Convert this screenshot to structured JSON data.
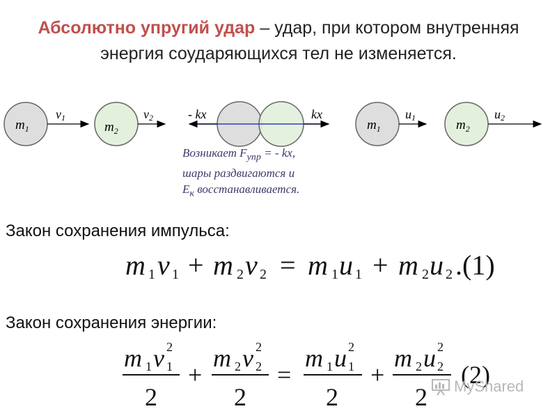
{
  "definition": {
    "term": "Абсолютно упругий удар",
    "text": " – удар, при котором внутренняя энергия соударяющихся тел не изменяется."
  },
  "diagram": {
    "before": {
      "ball1_mass": "m",
      "ball1_sub": "1",
      "ball1_velocity": "v",
      "ball1_velocity_sub": "1",
      "ball2_mass": "m",
      "ball2_sub": "2",
      "ball2_velocity": "v",
      "ball2_velocity_sub": "2"
    },
    "collision": {
      "left_force": "- kx",
      "right_force": "kx",
      "note_line1_pre": "Возникает F",
      "note_line1_sub": "упр",
      "note_line1_post": " = - kx,",
      "note_line2": "шары раздвигаются и",
      "note_line3_pre": "E",
      "note_line3_sub": "к",
      "note_line3_post": " восстанавливается."
    },
    "after": {
      "ball1_mass": "m",
      "ball1_sub": "1",
      "ball1_velocity": "u",
      "ball1_velocity_sub": "1",
      "ball2_mass": "m",
      "ball2_sub": "2",
      "ball2_velocity": "u",
      "ball2_velocity_sub": "2"
    },
    "colors": {
      "ball_gray_fill": "#dedede",
      "ball_green_fill": "#e2f0dc",
      "ball_stroke": "#666666",
      "arrow": "#000000",
      "collision_axis": "#2f3fb8"
    }
  },
  "momentum_law": {
    "label": "Закон сохранения импульса:",
    "equation_number": ".(1)"
  },
  "energy_law": {
    "label": "Закон сохранения энергии:",
    "equation_number": "(2)",
    "denominator": "2"
  },
  "watermark": {
    "text": "MyShared",
    "icon": "presentation-board-icon"
  }
}
